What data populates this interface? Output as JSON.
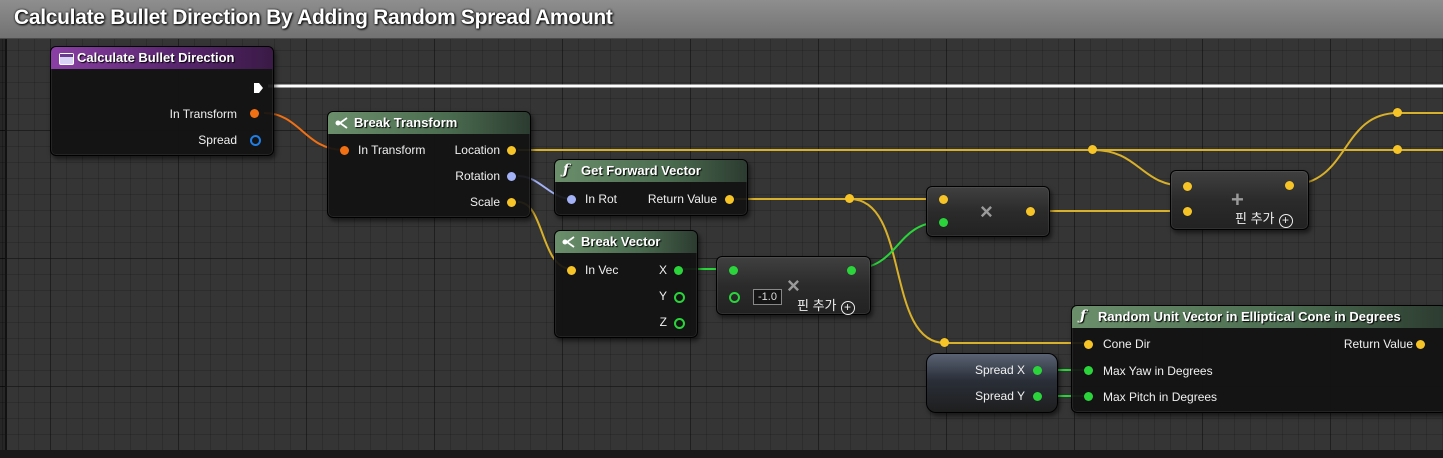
{
  "comment": {
    "title": "Calculate Bullet Direction By Adding Random Spread Amount"
  },
  "colors": {
    "exec": "#ffffff",
    "struct": "#f07013",
    "float": "#1f7fe6",
    "vector": "#f6c427",
    "rotator": "#a3b2f6",
    "double": "#2ad43a"
  },
  "nodes": {
    "event": {
      "title": "Calculate Bullet Direction",
      "icon": "event-icon",
      "pins": {
        "in_transform": "In Transform",
        "spread": "Spread"
      }
    },
    "break_transform": {
      "title": "Break Transform",
      "icon": "break-icon",
      "pins": {
        "in_transform": "In Transform",
        "location": "Location",
        "rotation": "Rotation",
        "scale": "Scale"
      }
    },
    "get_forward": {
      "title": "Get Forward Vector",
      "icon": "function-icon",
      "pins": {
        "in_rot": "In Rot",
        "return_value": "Return Value"
      }
    },
    "break_vector": {
      "title": "Break Vector",
      "icon": "break-icon",
      "pins": {
        "in_vec": "In Vec",
        "x": "X",
        "y": "Y",
        "z": "Z"
      }
    },
    "multiply_float": {
      "symbol": "×",
      "constant": "-1.0",
      "add_pin": "핀 추가"
    },
    "multiply_vector": {
      "symbol": "×"
    },
    "add_vector": {
      "symbol": "+",
      "add_pin": "핀 추가"
    },
    "spread_vars": {
      "spread_x": "Spread X",
      "spread_y": "Spread Y"
    },
    "random_cone": {
      "title": "Random Unit Vector in Elliptical Cone in Degrees",
      "icon": "function-icon",
      "pins": {
        "cone_dir": "Cone Dir",
        "max_yaw": "Max Yaw in Degrees",
        "max_pitch": "Max Pitch in Degrees",
        "return_value": "Return Value"
      }
    }
  }
}
